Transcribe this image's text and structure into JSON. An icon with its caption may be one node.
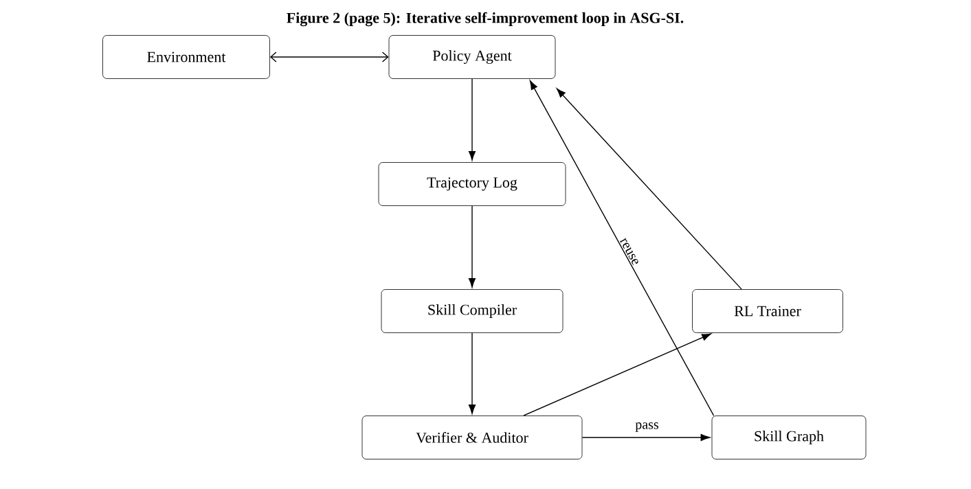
{
  "diagram": {
    "title": "Figure 2 (page 5): Iterative self-improvement loop in ASG-SI.",
    "nodes": [
      {
        "text": [
          "Environment"
        ]
      },
      {
        "text": [
          "Policy Agent"
        ]
      },
      {
        "text": [
          "Trajectory Log"
        ]
      },
      {
        "text": [
          "Skill Compiler"
        ]
      },
      {
        "text": [
          "RL Trainer"
        ]
      },
      {
        "text": [
          "Verifier & Auditor"
        ]
      },
      {
        "text": [
          "Skill Graph"
        ]
      }
    ],
    "edges": [
      {
        "from": 0,
        "to": 1,
        "arrow": "both"
      },
      {
        "from": 1,
        "to": 2,
        "arrow": "to"
      },
      {
        "from": 2,
        "to": 3,
        "arrow": "to"
      },
      {
        "from": 3,
        "to": 5,
        "arrow": "to"
      },
      {
        "from": 5,
        "to": 6,
        "arrow": "to",
        "label": "pass"
      },
      {
        "from": 5,
        "to": 4,
        "arrow": "to"
      },
      {
        "from": 4,
        "to": 1,
        "arrow": "to"
      },
      {
        "from": 6,
        "to": 1,
        "arrow": "to",
        "label": "reuse"
      }
    ]
  }
}
